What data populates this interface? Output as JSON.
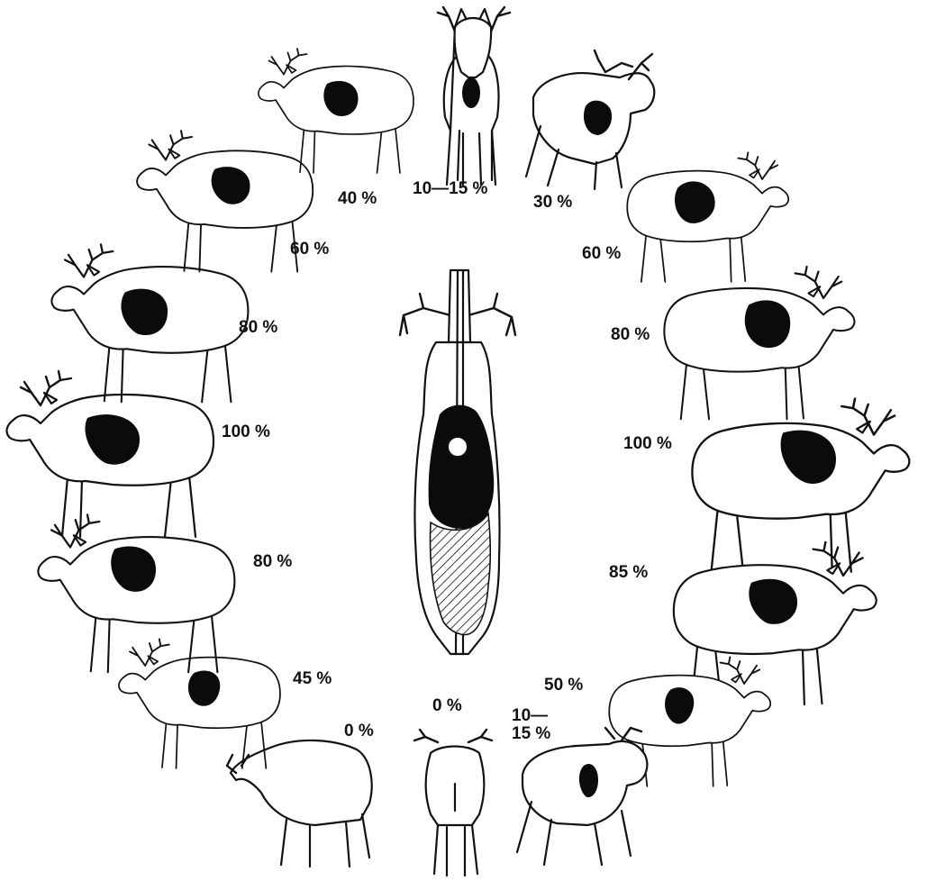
{
  "figure": {
    "kill_zone_color": "#0b0b0b",
    "line_color": "#111111",
    "background": "#ffffff"
  },
  "labels": {
    "front_top": "10—15 %",
    "right_1": "30 %",
    "right_2": "60 %",
    "right_3": "80 %",
    "right_4": "100 %",
    "right_5": "85 %",
    "right_6": "50 %",
    "right_7_top": "10—",
    "right_7_bottom": "15 %",
    "rear_bottom": "0 %",
    "left_7": "0 %",
    "left_6": "45 %",
    "left_5": "80 %",
    "left_4": "100 %",
    "left_3": "80 %",
    "left_2": "60 %",
    "left_1": "40 %"
  }
}
